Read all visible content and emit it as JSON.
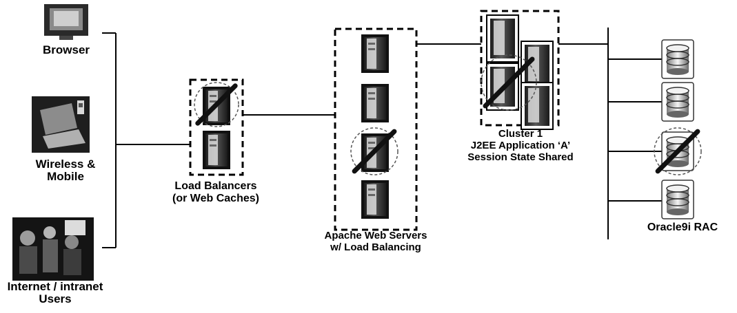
{
  "colors": {
    "line": "#000000",
    "server_body": "#3a3a3a",
    "server_face": "#dcdcdc",
    "failure_ring": "#555555",
    "failure_slash": "#111111"
  },
  "clients": {
    "browser_label": "Browser",
    "wireless_label": [
      "Wireless &",
      "Mobile"
    ],
    "users_label": [
      "Internet / intranet",
      "Users"
    ]
  },
  "load_balancers": {
    "label": [
      "Load Balancers",
      "(or Web Caches)"
    ],
    "node_count": 2,
    "failed_nodes": 1
  },
  "web_servers": {
    "label": [
      "Apache Web Servers",
      "w/ Load Balancing"
    ],
    "node_count": 4,
    "failed_nodes": 1
  },
  "cluster": {
    "label": [
      "Cluster 1",
      "J2EE Application ‘A’",
      "Session State Shared"
    ],
    "node_count": 4,
    "failed_nodes": 1
  },
  "database": {
    "label": "Oracle9i RAC",
    "node_count": 4,
    "failed_nodes": 1
  }
}
